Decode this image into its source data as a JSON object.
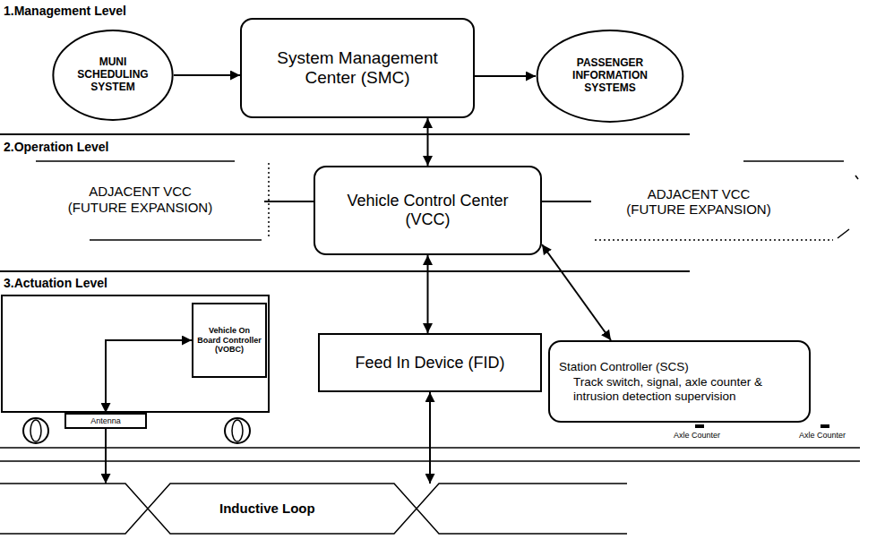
{
  "diagram": {
    "nodes": [
      {
        "text": [
          "MUNI SCHEDULING SYSTEM"
        ]
      },
      {
        "text": [
          "System Management Center (SMC)"
        ]
      },
      {
        "text": [
          "PASSENGER INFORMATION SYSTEMS"
        ]
      },
      {
        "text": [
          "ADJACENT VCC (FUTURE EXPANSION)"
        ]
      },
      {
        "text": [
          "Vehicle Control Center (VCC)"
        ]
      },
      {
        "text": [
          "ADJACENT VCC (FUTURE EXPANSION)"
        ]
      },
      {
        "text": [
          "Vehicle On Board Controller (VOBC)"
        ]
      },
      {
        "text": [
          "Feed In Device (FID)"
        ]
      },
      {
        "text": [
          "Station Controller (SCS)",
          "Track switch, signal, axle counter & intrusion detection supervision"
        ]
      },
      {
        "text": [
          "Antenna"
        ]
      },
      {
        "text": [
          "Inductive Loop"
        ]
      }
    ],
    "edges": [
      {
        "from": 0,
        "to": 1,
        "arrow": "to"
      },
      {
        "from": 1,
        "to": 2,
        "arrow": "to"
      },
      {
        "from": 1,
        "to": 4,
        "arrow": "both"
      },
      {
        "from": 3,
        "to": 4,
        "arrow": "none"
      },
      {
        "from": 4,
        "to": 5,
        "arrow": "none"
      },
      {
        "from": 4,
        "to": 7,
        "arrow": "both"
      },
      {
        "from": 4,
        "to": 8,
        "arrow": "both"
      },
      {
        "from": 6,
        "to": 9,
        "arrow": "both"
      },
      {
        "from": 9,
        "to": 10,
        "arrow": "to"
      },
      {
        "from": 7,
        "to": 10,
        "arrow": "both"
      }
    ],
    "labels": [
      "1.Management Level",
      "2.Operation Level",
      "3.Actuation Level",
      "Axle Counter",
      "Axle Counter"
    ]
  }
}
